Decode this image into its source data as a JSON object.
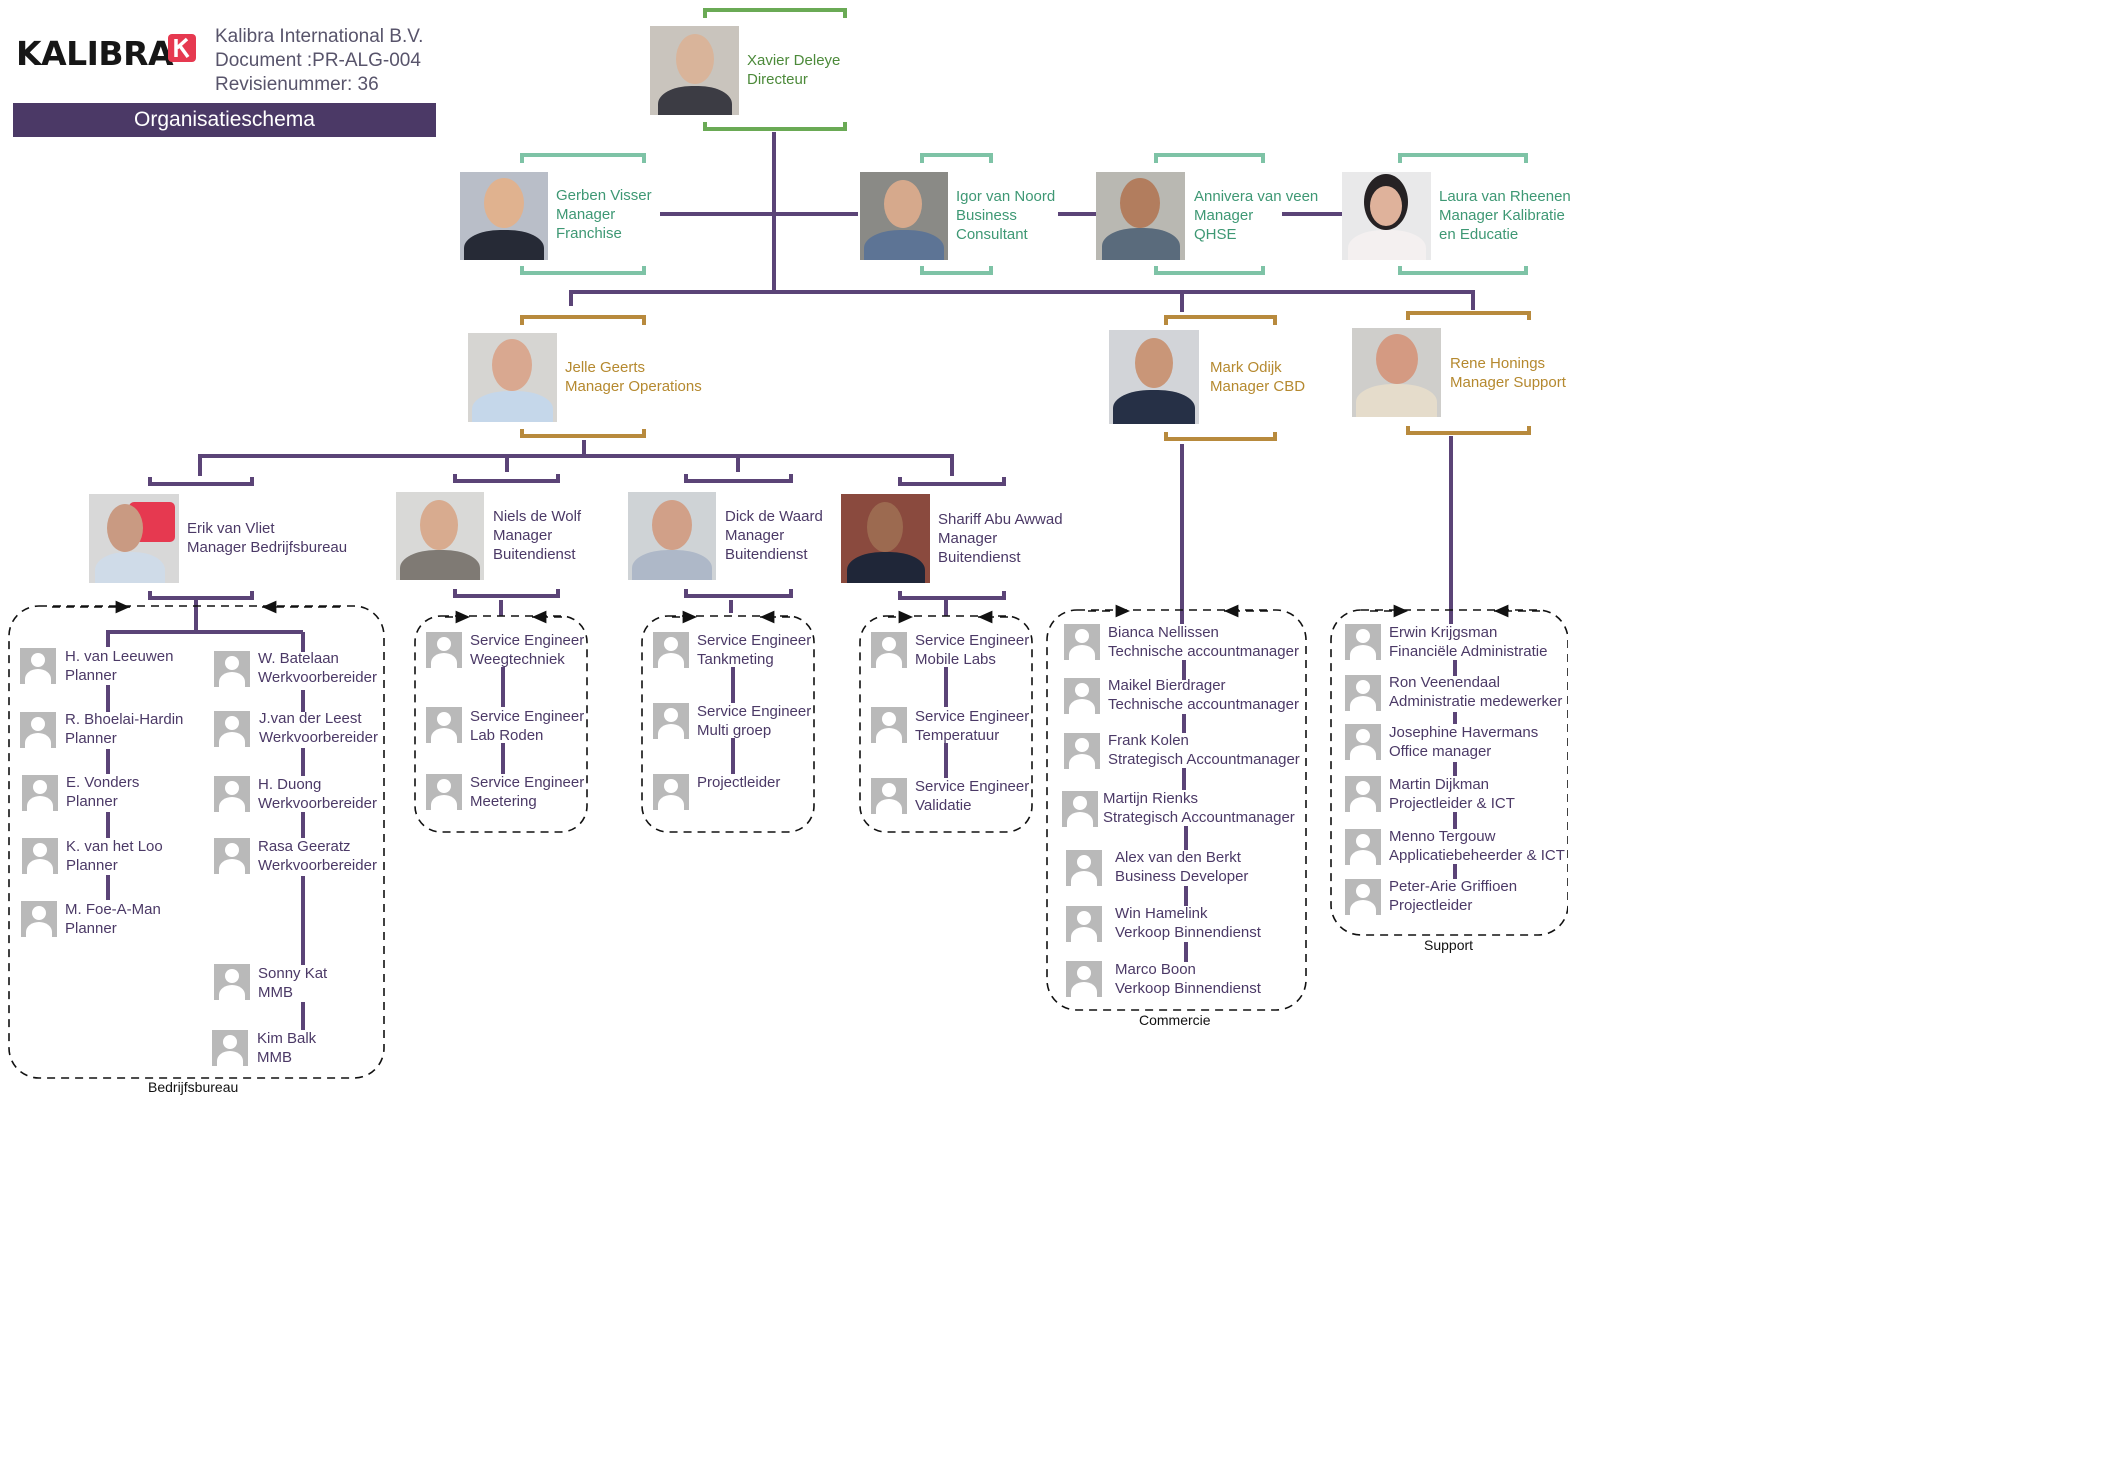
{
  "header": {
    "logo_text": "KALIBRA",
    "company": "Kalibra International B.V.",
    "document": "Document :PR-ALG-004",
    "revision": "Revisienummer: 36",
    "banner": "Organisatieschema"
  },
  "colors": {
    "line": "#5b4477",
    "banner": "#4b3966",
    "green": "#4c8a3a",
    "teal": "#3e9874",
    "gold": "#b5892f",
    "purple": "#4b3966",
    "logo_red": "#e63950"
  },
  "director": {
    "name": "Xavier Deleye",
    "role": "Directeur"
  },
  "staff": [
    {
      "name": "Gerben Visser",
      "role1": "Manager",
      "role2": "Franchise"
    },
    {
      "name": "Igor van Noord",
      "role1": "Business",
      "role2": "Consultant"
    },
    {
      "name": "Annivera van veen",
      "role1": "Manager",
      "role2": "QHSE"
    },
    {
      "name": "Laura van Rheenen",
      "role1": "Manager Kalibratie",
      "role2": "en Educatie"
    }
  ],
  "managers": [
    {
      "name": "Jelle Geerts",
      "role": "Manager Operations"
    },
    {
      "name": "Mark Odijk",
      "role": "Manager CBD"
    },
    {
      "name": "Rene Honings",
      "role": "Manager Support"
    }
  ],
  "ops_managers": [
    {
      "name": "Erik van Vliet",
      "role1": "Manager Bedrijfsbureau",
      "role2": ""
    },
    {
      "name": "Niels de Wolf",
      "role1": "Manager",
      "role2": "Buitendienst"
    },
    {
      "name": "Dick de Waard",
      "role1": "Manager",
      "role2": "Buitendienst"
    },
    {
      "name": "Shariff Abu Awwad",
      "role1": "Manager",
      "role2": "Buitendienst"
    }
  ],
  "bedrijfsbureau": {
    "label": "Bedrijfsbureau",
    "planners": [
      {
        "name": "H. van Leeuwen",
        "role": "Planner"
      },
      {
        "name": "R. Bhoelai-Hardin",
        "role": "Planner"
      },
      {
        "name": "E. Vonders",
        "role": "Planner"
      },
      {
        "name": "K. van het Loo",
        "role": "Planner"
      },
      {
        "name": "M. Foe-A-Man",
        "role": "Planner"
      }
    ],
    "werkvoorbereiders": [
      {
        "name": "W. Batelaan",
        "role": "Werkvoorbereider"
      },
      {
        "name": "J.van der Leest",
        "role": "Werkvoorbereider"
      },
      {
        "name": "H. Duong",
        "role": "Werkvoorbereider"
      },
      {
        "name": "Rasa Geeratz",
        "role": "Werkvoorbereider"
      },
      {
        "name": "Sonny Kat",
        "role": "MMB"
      },
      {
        "name": "Kim Balk",
        "role": "MMB"
      }
    ]
  },
  "teams": [
    [
      {
        "l1": "Service Engineer",
        "l2": "Weegtechniek"
      },
      {
        "l1": "Service Engineer",
        "l2": "Lab Roden"
      },
      {
        "l1": "Service Engineer",
        "l2": "Meetering"
      }
    ],
    [
      {
        "l1": "Service Engineer",
        "l2": "Tankmeting"
      },
      {
        "l1": "Service Engineer",
        "l2": "Multi groep"
      },
      {
        "l1": "Projectleider",
        "l2": ""
      }
    ],
    [
      {
        "l1": "Service Engineer",
        "l2": "Mobile Labs"
      },
      {
        "l1": "Service Engineer",
        "l2": "Temperatuur"
      },
      {
        "l1": "Service Engineer",
        "l2": "Validatie"
      }
    ]
  ],
  "commercie": {
    "label": "Commercie",
    "people": [
      {
        "name": "Bianca Nellissen",
        "role": "Technische accountmanager"
      },
      {
        "name": "Maikel Bierdrager",
        "role": "Technische accountmanager"
      },
      {
        "name": "Frank Kolen",
        "role": "Strategisch Accountmanager"
      },
      {
        "name": "Martijn Rienks",
        "role": "Strategisch Accountmanager"
      },
      {
        "name": "Alex van den Berkt",
        "role": "Business Developer"
      },
      {
        "name": "Win Hamelink",
        "role": "Verkoop Binnendienst"
      },
      {
        "name": "Marco Boon",
        "role": "Verkoop Binnendienst"
      }
    ]
  },
  "support": {
    "label": "Support",
    "people": [
      {
        "name": "Erwin Krijgsman",
        "role": "Financiële Administratie"
      },
      {
        "name": "Ron Veenendaal",
        "role": "Administratie medewerker"
      },
      {
        "name": "Josephine Havermans",
        "role": "Office manager"
      },
      {
        "name": "Martin Dijkman",
        "role": "Projectleider & ICT"
      },
      {
        "name": "Menno Tergouw",
        "role": "Applicatiebeheerder & ICT"
      },
      {
        "name": "Peter-Arie Griffioen",
        "role": "Projectleider"
      }
    ]
  }
}
